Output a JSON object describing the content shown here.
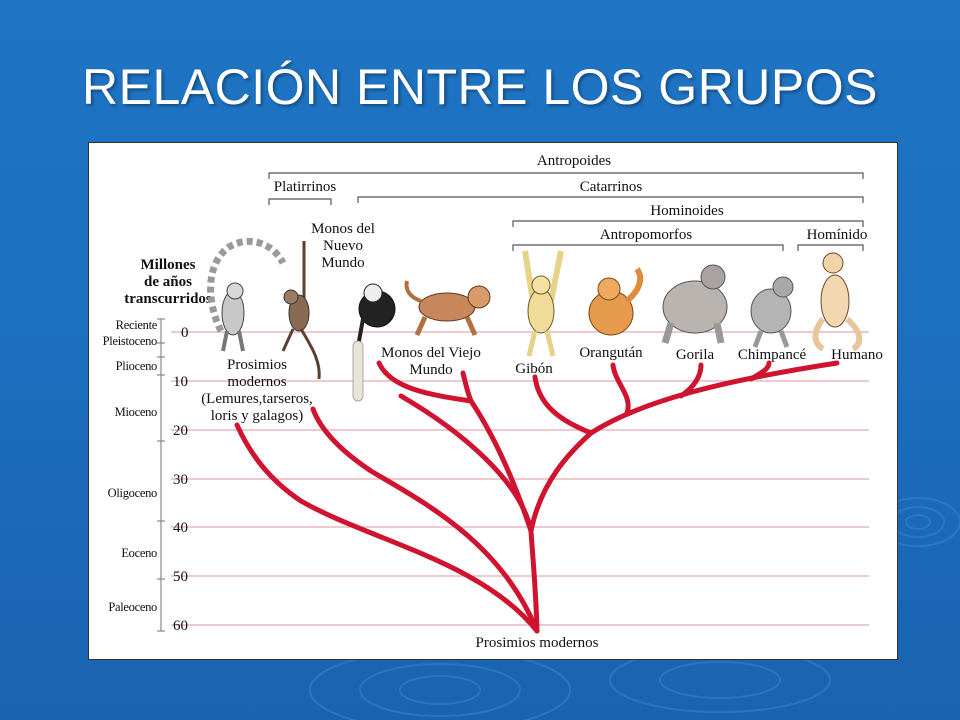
{
  "slide": {
    "title": "RELACIÓN ENTRE LOS GRUPOS"
  },
  "colors": {
    "background": "#1d6fbf",
    "branch": "#d0142f",
    "gridline": "#e3a9b3"
  },
  "diagram": {
    "groups": {
      "antropoides": "Antropoides",
      "platirrinos": "Platirrinos",
      "catarrinos": "Catarrinos",
      "hominoides": "Hominoides",
      "antropomorfos": "Antropomorfos",
      "hominido": "Homínido"
    },
    "axis": {
      "title_lines": [
        "Millones",
        "de años",
        "transcurridos"
      ],
      "ticks": [
        "0",
        "10",
        "20",
        "30",
        "40",
        "50",
        "60"
      ],
      "epochs": [
        "Reciente",
        "Pleistoceno",
        "Plioceno",
        "Mioceno",
        "Oligoceno",
        "Eoceno",
        "Paleoceno"
      ]
    },
    "taxa": {
      "prosimios_lines": [
        "Prosimios",
        "modernos",
        "(Lemures,tarseros,",
        "loris y galagos)"
      ],
      "nuevo_mundo_lines": [
        "Monos del",
        "Nuevo",
        "Mundo"
      ],
      "viejo_mundo_lines": [
        "Monos del Viejo",
        "Mundo"
      ],
      "gibon": "Gibón",
      "orangutan": "Orangután",
      "gorila": "Gorila",
      "chimpance": "Chimpancé",
      "humano": "Humano"
    },
    "root_label": "Prosimios modernos",
    "animal_icons": [
      "lemur-icon",
      "spider-monkey-icon",
      "colobus-monkey-icon",
      "baboon-icon",
      "gibbon-icon",
      "orangutan-icon",
      "gorilla-icon",
      "chimpanzee-icon",
      "human-icon"
    ]
  }
}
